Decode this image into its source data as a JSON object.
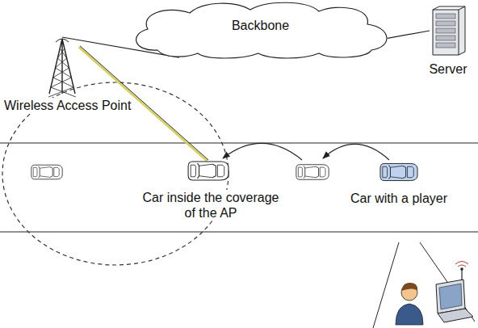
{
  "diagram": {
    "nodes": [
      {
        "text": [
          "Backbone"
        ]
      },
      {
        "text": [
          "Server"
        ]
      },
      {
        "text": [
          "Wireless Access Point"
        ]
      },
      {
        "text": [
          "Car inside the coverage of the AP"
        ]
      },
      {
        "text": [
          "Car with a player"
        ]
      }
    ],
    "edges": [
      {
        "from": 2,
        "to": 0,
        "arrow": "none"
      },
      {
        "from": 0,
        "to": 1,
        "arrow": "none"
      },
      {
        "from": 2,
        "to": 3,
        "arrow": "none"
      }
    ]
  }
}
